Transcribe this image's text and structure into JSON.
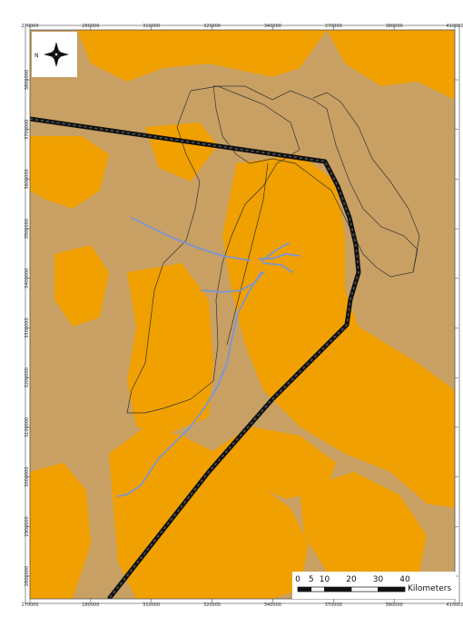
{
  "map": {
    "colors": {
      "background_tan": "#c8a064",
      "orange_zone": "#f0a000",
      "boundary_line": "#111111",
      "river": "#7a95d6",
      "basin_outline": "#333333",
      "frame": "#555555"
    },
    "x_tick_labels": [
      "270000",
      "280000",
      "310000",
      "320000",
      "340000",
      "370000",
      "380000",
      "410000"
    ],
    "y_tick_labels": [
      "3800000",
      "3700000",
      "3600000",
      "3500000",
      "3400000",
      "3300000",
      "3200000",
      "3100000",
      "3000000",
      "2900000",
      "2800000"
    ],
    "compass": {
      "icon": "north-arrow-compass-icon",
      "label": "N"
    },
    "scale_bar": {
      "labels": [
        "0",
        "5",
        "10",
        "20",
        "30",
        "40"
      ],
      "unit": "Kilometers"
    }
  }
}
